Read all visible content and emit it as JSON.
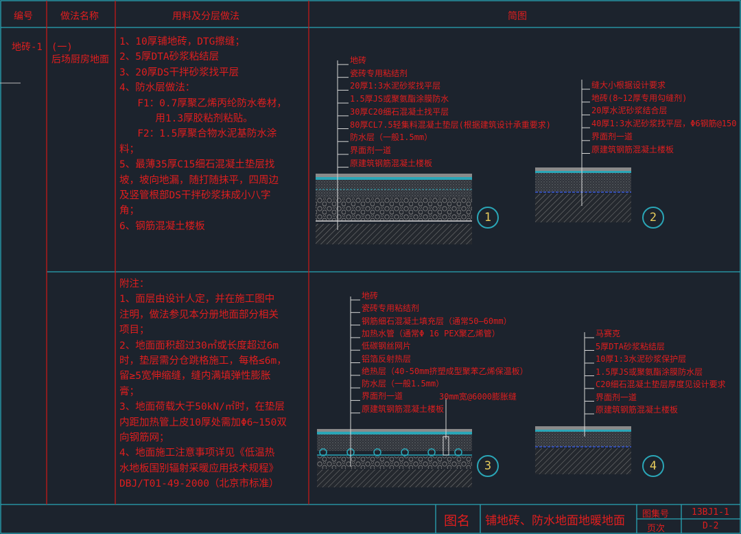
{
  "headers": {
    "code": "编号",
    "method_name": "做法名称",
    "materials": "用料及分层做法",
    "diagram": "简图"
  },
  "row1": {
    "code": "地砖-1",
    "name_line1": "(一)",
    "name_line2": "后场厨房地面",
    "materials": [
      "1、10厚铺地砖，DTG擦缝；",
      "2、5厚DTA砂浆粘结层",
      "3、20厚DS干拌砂浆找平层",
      "4、防水层做法：",
      "   F1：0.7厚聚乙烯丙纶防水卷材，",
      "      用1.3厚胶粘剂粘贴。",
      "   F2：1.5厚聚合物水泥基防水涂",
      "料；",
      "5、最薄35厚C15细石混凝土垫层找",
      "坡，坡向地漏，随打随抹平，四周边",
      "及竖管根部DS干拌砂浆抹成小八字",
      "角；",
      "6、钢筋混凝土楼板"
    ]
  },
  "row2": {
    "notes": [
      "附注：",
      "1、面层由设计人定，并在施工图中",
      "注明，做法参见本分册地面部分相关",
      "项目；",
      "2、地面面积超过30㎡或长度超过6m",
      "时，垫层需分仓跳格施工，每格≤6m，",
      "留≥5宽伸缩缝，缝内满填弹性膨胀",
      "膏；",
      "3、地面荷载大于50kN/㎡时，在垫层",
      "内距加热管上皮10厚处需加Φ6~150双",
      "向钢筋网；",
      "4、地面施工注意事项详见《低温热",
      "水地板国别辐射采暖应用技术规程》",
      "DBJ/T01-49-2000（北京市标准）"
    ]
  },
  "diagrams": {
    "d1": {
      "number": "1",
      "labels": [
        "地砖",
        "瓷砖专用粘结剂",
        "20厚1:3水泥砂浆找平层",
        "1.5厚JS或聚氨酯涂膜防水",
        "30厚C20细石混凝土找平层",
        "80厚CL7.5轻集料混凝土垫层(根据建筑设计承重要求)",
        "防水层（一般1.5mm）",
        "界面剂一道",
        "原建筑钢筋混凝土楼板"
      ]
    },
    "d2": {
      "number": "2",
      "labels": [
        "缝大小根据设计要求",
        "地砖(8~12厚专用勾缝剂)",
        "20厚水泥砂浆结合层",
        "40厚1:3水泥砂浆找平层，Φ6钢筋@150",
        "界面剂一道",
        "原建筑钢筋混凝土楼板"
      ]
    },
    "d3": {
      "number": "3",
      "labels": [
        "地砖",
        "瓷砖专用粘结剂",
        "钢筋细石混凝土填充层（通常50—60mm）",
        "加热水管（通常Φ 16 PEX聚乙烯管）",
        "低碳钢丝网片",
        "铝箔反射热层",
        "绝热层（40-50mm挤塑成型聚苯乙烯保温板）",
        "防水层（一般1.5mm）",
        "界面剂一道",
        "原建筑钢筋混凝土楼板"
      ],
      "joint_label": "30mm宽@6000膨胀缝"
    },
    "d4": {
      "number": "4",
      "labels": [
        "马赛克",
        "5厚DTA砂浆粘结层",
        "10厚1:3水泥砂浆保护层",
        "1.5厚JS或聚氨酯涂膜防水层",
        "C20细石混凝土垫层厚度见设计要求",
        "界面剂一道",
        "原建筑钢筋混凝土楼板"
      ]
    }
  },
  "title_block": {
    "label_tuming": "图名",
    "title": "铺地砖、防水地面地暖地面",
    "label_tujihao": "图集号",
    "tujihao": "13BJ1-1",
    "label_yeci": "页次",
    "yeci": "D-2"
  },
  "colors": {
    "background": "#1c232d",
    "frame": "#2aa6b7",
    "red": "#e01e1e",
    "white": "#d8d8d8",
    "blue": "#3b5bd8",
    "yellow": "#e8cc5c"
  }
}
